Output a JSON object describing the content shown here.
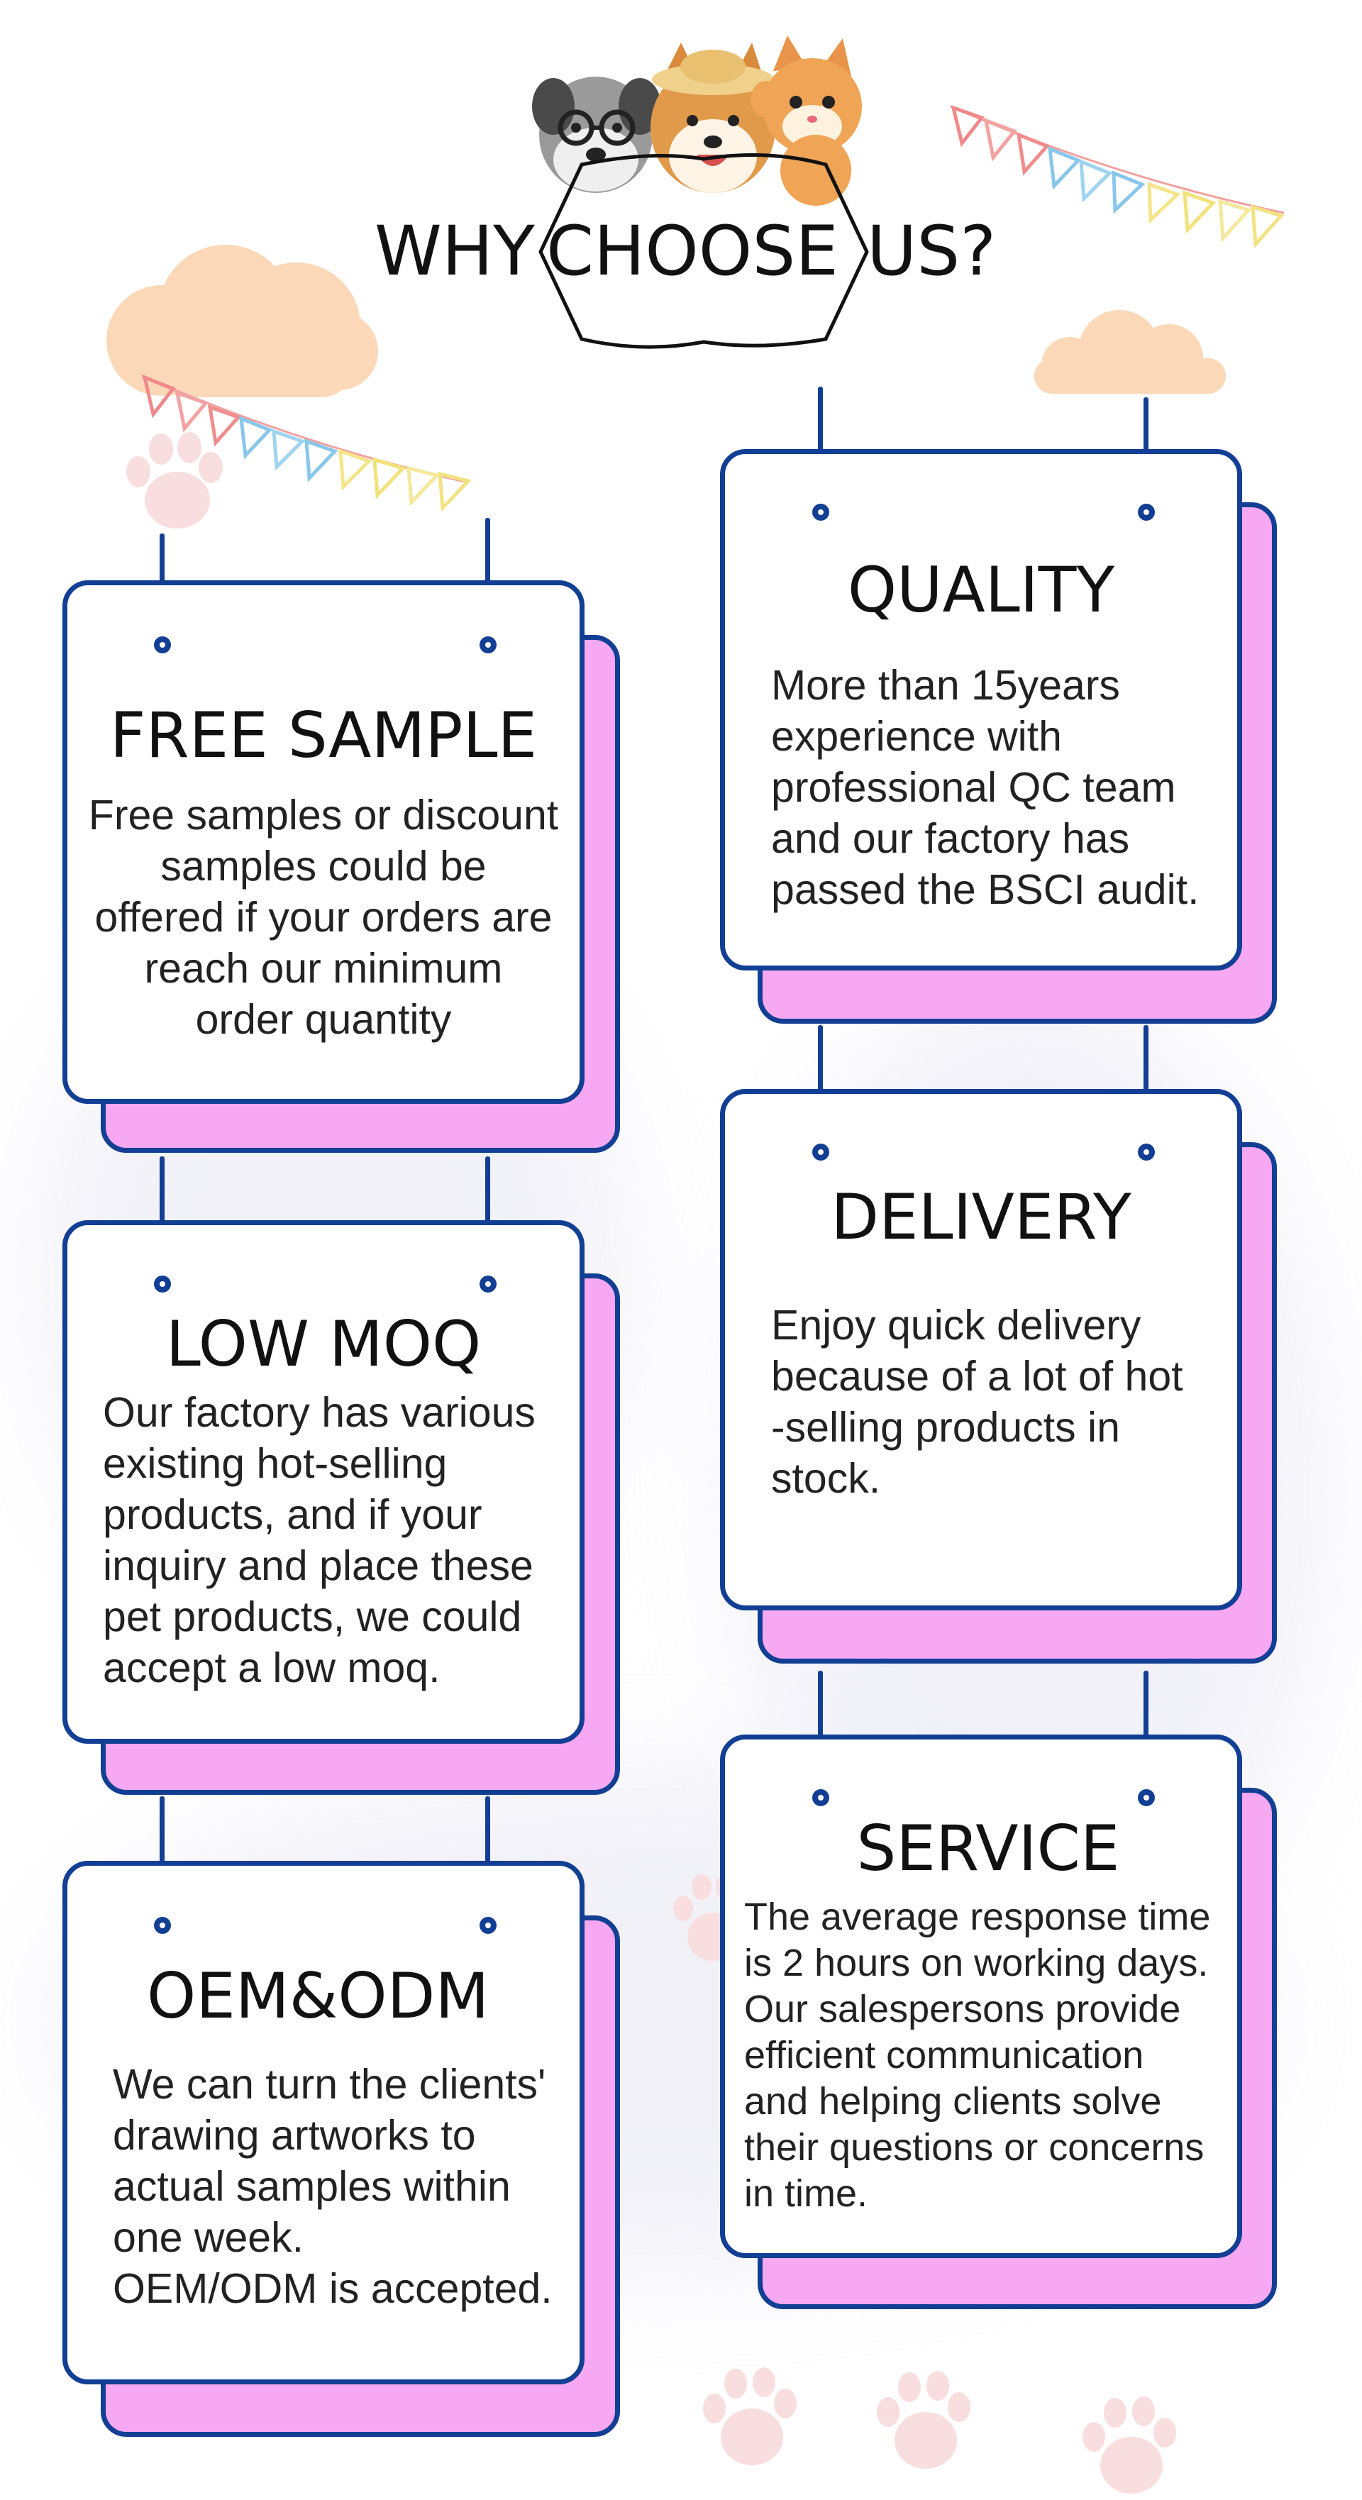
{
  "title": {
    "why": "WHY",
    "choose": "CHOOSE",
    "us": "US?"
  },
  "colors": {
    "border": "#123f94",
    "shadow_card": "#f6a8f2",
    "cloud": "#fbd8b8",
    "paw": "#f8dede"
  },
  "cards": [
    {
      "title": "FREE SAMPLE",
      "body": "Free samples or discount\nsamples could be\noffered if your orders are\nreach our minimum\norder quantity"
    },
    {
      "title": "QUALITY",
      "body": "More than 15years\nexperience with\nprofessional QC team\nand our factory has\npassed the BSCI audit."
    },
    {
      "title": "LOW MOQ",
      "body": "Our factory has various\nexisting hot-selling\nproducts, and if your\ninquiry and place these\npet products, we could\naccept a low moq."
    },
    {
      "title": "DELIVERY",
      "body": "Enjoy quick delivery\nbecause of a lot of hot\n-selling products in\nstock."
    },
    {
      "title": "OEM&ODM",
      "body": "We can turn the clients'\ndrawing artworks to\nactual samples within\none week.\nOEM/ODM is accepted."
    },
    {
      "title": "SERVICE",
      "body": "The average response time\nis 2 hours on working days.\nOur salespersons provide\nefficient communication\nand helping clients solve\ntheir questions or concerns\nin time."
    }
  ]
}
